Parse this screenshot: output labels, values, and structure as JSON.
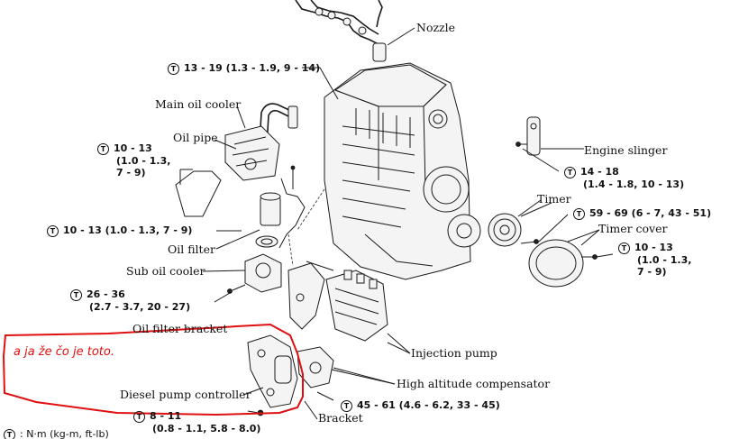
{
  "labels": {
    "nozzle": "Nozzle",
    "main_oil_cooler": "Main oil cooler",
    "oil_pipe": "Oil pipe",
    "oil_filter": "Oil filter",
    "sub_oil_cooler": "Sub oil cooler",
    "oil_filter_bracket": "Oil filter bracket",
    "diesel_pump_controller": "Diesel pump controller",
    "engine_slinger": "Engine slinger",
    "timer": "Timer",
    "timer_cover": "Timer cover",
    "injection_pump": "Injection pump",
    "high_altitude_compensator": "High altitude compensator",
    "bracket": "Bracket",
    "unit_legend": ": N·m (kg-m, ft-lb)"
  },
  "torque_symbol": "T",
  "torques": {
    "t1": "13 - 19 (1.3 - 1.9, 9 - 14)",
    "t2_line1": "10 - 13",
    "t2_line2": "(1.0 - 1.3,",
    "t2_line3": "7 - 9)",
    "t3": "10 - 13 (1.0 - 1.3, 7 - 9)",
    "t4_line1": "26 - 36",
    "t4_line2": "(2.7 - 3.7, 20 - 27)",
    "t5_line1": "8 - 11",
    "t5_line2": "(0.8 - 1.1, 5.8 - 8.0)",
    "t6_line1": "14 - 18",
    "t6_line2": "(1.4 - 1.8, 10 - 13)",
    "t7": "59 - 69 (6 - 7, 43 - 51)",
    "t8_line1": "10 - 13",
    "t8_line2": "(1.0 - 1.3,",
    "t8_line3": "7 - 9)",
    "t9": "45 - 61 (4.6 - 6.2, 33 - 45)"
  },
  "annotation": {
    "text": "a ja že čo je toto.",
    "color": "#e01010"
  }
}
